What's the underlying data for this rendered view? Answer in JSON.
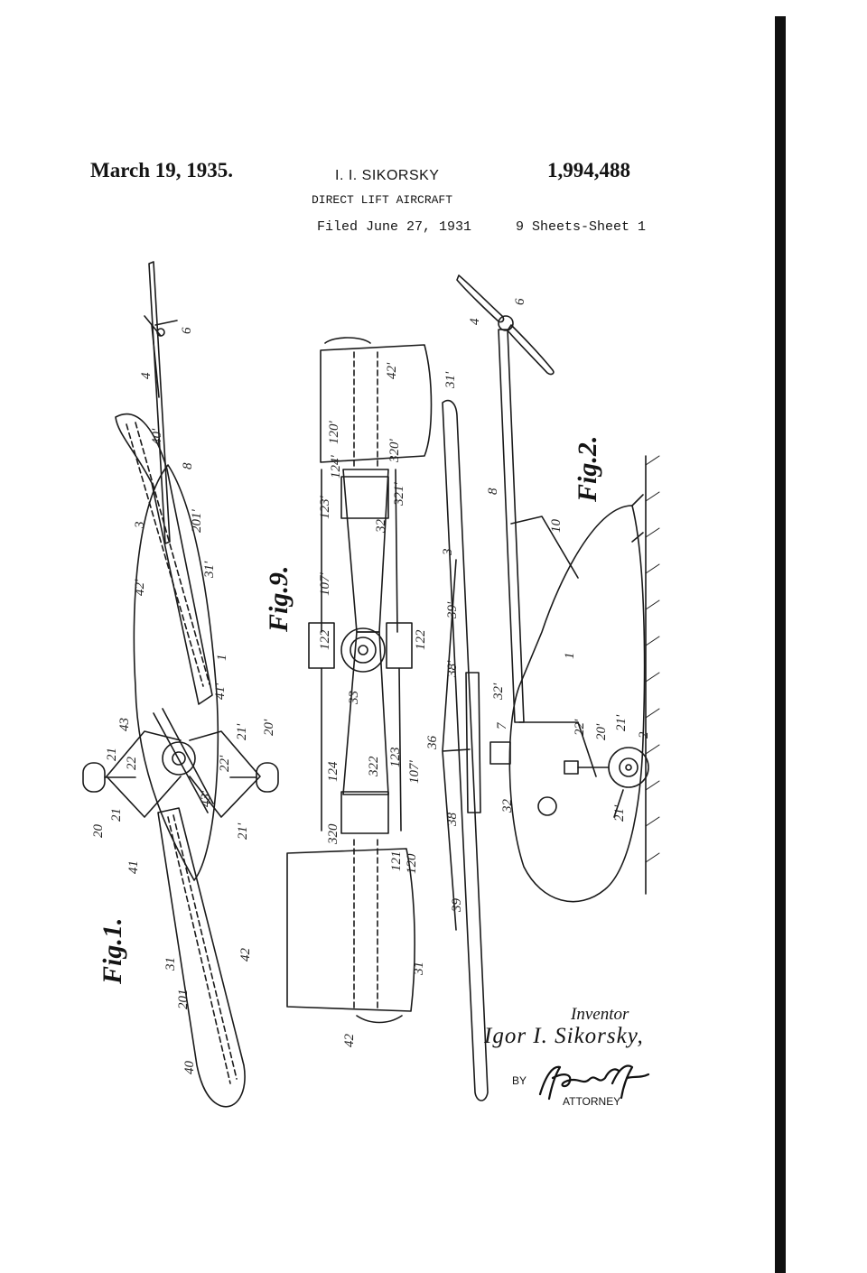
{
  "header": {
    "date": "March 19, 1935.",
    "inventor_initials": "I. I. SIKORSKY",
    "patent_number": "1,994,488",
    "title": "DIRECT LIFT AIRCRAFT",
    "filed": "Filed June 27, 1931",
    "sheets": "9 Sheets-Sheet 1"
  },
  "figures": {
    "fig1": "Fig.1.",
    "fig2": "Fig.2.",
    "fig9": "Fig.9."
  },
  "refs": {
    "fig1": [
      "4",
      "6",
      "40'",
      "8",
      "201'",
      "3",
      "42'",
      "31'",
      "1",
      "41'",
      "43",
      "21",
      "22",
      "20",
      "21",
      "41",
      "22'",
      "21'",
      "43'",
      "20'",
      "21'",
      "31",
      "42",
      "201",
      "40"
    ],
    "fig9": [
      "42'",
      "31'",
      "120'",
      "320'",
      "124'",
      "123'",
      "321'",
      "32",
      "107'",
      "122",
      "33",
      "122",
      "124",
      "322",
      "123",
      "107'",
      "320",
      "121",
      "120",
      "42",
      "31"
    ],
    "fig2": [
      "4",
      "6",
      "8",
      "10",
      "3",
      "39'",
      "1",
      "38'",
      "32'",
      "36",
      "7",
      "22'",
      "20'",
      "21'",
      "2",
      "38",
      "32",
      "21'",
      "39"
    ]
  },
  "signature_block": {
    "role": "Inventor",
    "inventor_name": "Igor I. Sikorsky,",
    "by": "BY",
    "attorney": "ATTORNEY"
  }
}
